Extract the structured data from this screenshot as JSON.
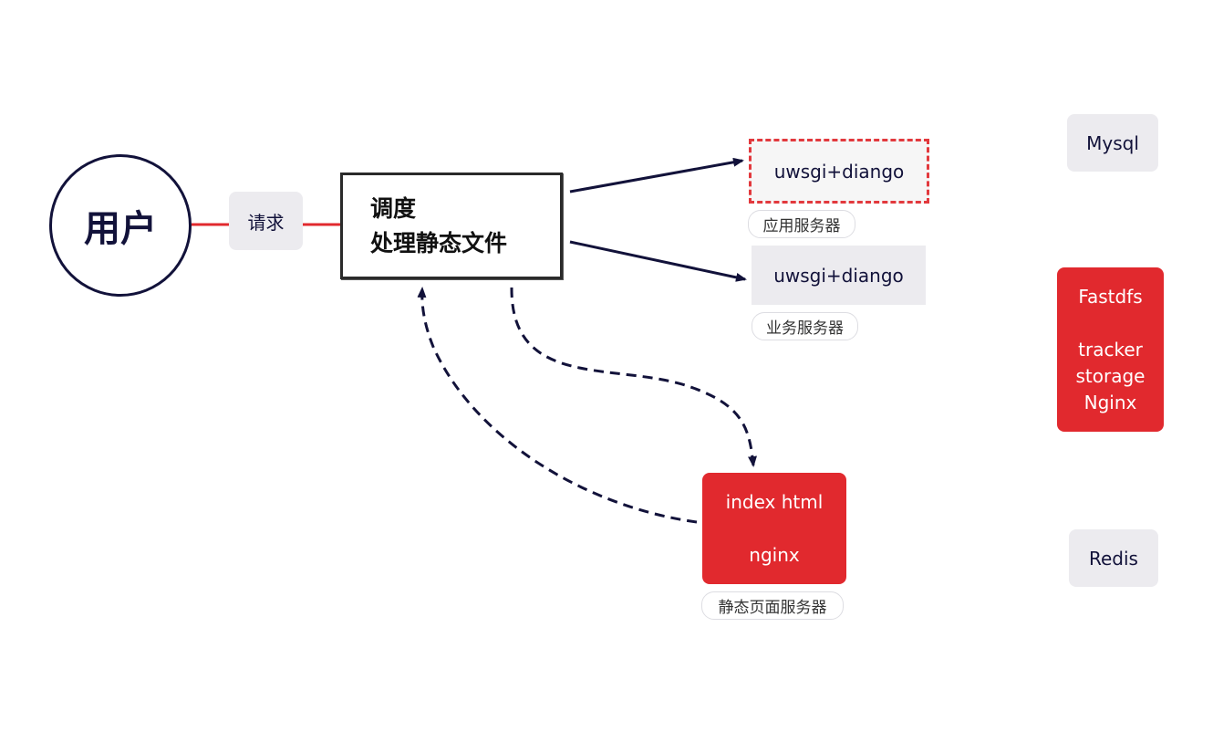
{
  "user": {
    "label": "用户"
  },
  "request": {
    "label": "请求"
  },
  "dispatcher": {
    "line1": "调度",
    "line2": "处理静态文件"
  },
  "app_server": {
    "label": "uwsgi+diango",
    "tag": "应用服务器"
  },
  "business_server": {
    "label": "uwsgi+diango",
    "tag": "业务服务器"
  },
  "static_server": {
    "line1": "index html",
    "line2": "nginx",
    "tag": "静态页面服务器"
  },
  "mysql": {
    "label": "Mysql"
  },
  "fastdfs": {
    "line1": "Fastdfs",
    "line2": "tracker",
    "line3": "storage",
    "line4": "Nginx"
  },
  "redis": {
    "label": "Redis"
  },
  "colors": {
    "accent_red": "#e1292e",
    "dark_navy": "#12123a",
    "pill_gray": "#ecebef",
    "dashed_border": "#e2393d"
  }
}
